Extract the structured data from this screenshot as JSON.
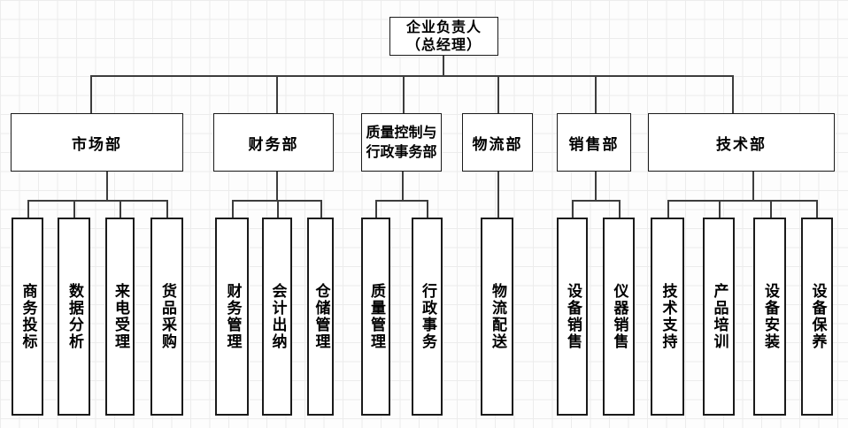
{
  "org_chart": {
    "root": {
      "label": "企业负责人\n（总经理）"
    },
    "departments": [
      {
        "label": "市场部",
        "children": [
          "商务投标",
          "数据分析",
          "来电受理",
          "货品采购"
        ]
      },
      {
        "label": "财务部",
        "children": [
          "财务管理",
          "会计出纳",
          "仓储管理"
        ]
      },
      {
        "label": "质量控制与\n行政事务部",
        "children": [
          "质量管理",
          "行政事务"
        ]
      },
      {
        "label": "物流部",
        "children": [
          "物流配送"
        ]
      },
      {
        "label": "销售部",
        "children": [
          "设备销售",
          "仪器销售"
        ]
      },
      {
        "label": "技术部",
        "children": [
          "技术支持",
          "产品培训",
          "设备安装",
          "设备保养"
        ]
      }
    ],
    "colors": {
      "box_border": "#1a1a1a",
      "connector": "#3d3d3d",
      "grid_line": "#ececec",
      "background": "#ffffff",
      "text": "#000000"
    }
  }
}
